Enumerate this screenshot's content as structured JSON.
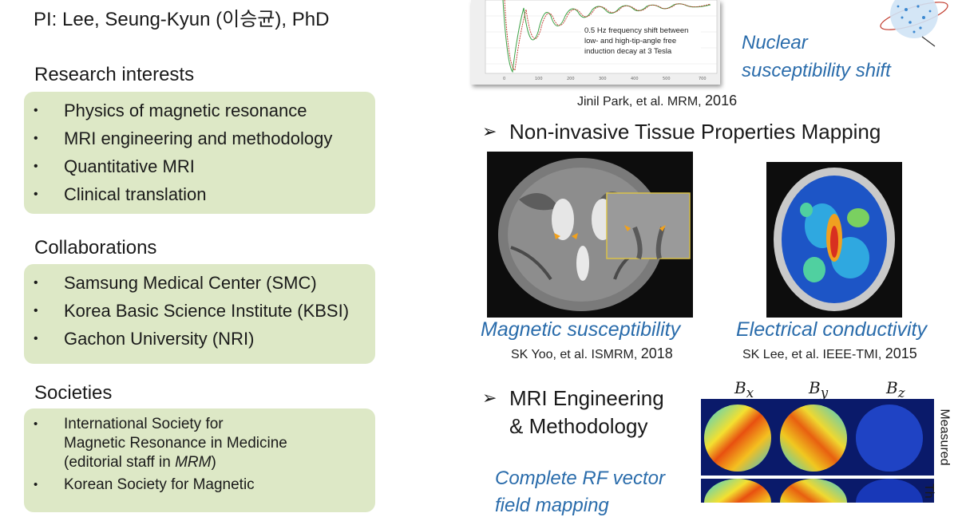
{
  "left": {
    "pi_line": "PI: Lee, Seung-Kyun (이승균), PhD",
    "research": {
      "heading": "Research interests",
      "items": [
        "Physics of magnetic resonance",
        "MRI engineering and methodology",
        "Quantitative MRI",
        "Clinical translation"
      ]
    },
    "collab": {
      "heading": "Collaborations",
      "items": [
        "Samsung Medical Center (SMC)",
        "Korea Basic Science Institute (KBSI)",
        "Gachon University (NRI)"
      ]
    },
    "societies": {
      "heading": "Societies",
      "item1_line1": "International Society for",
      "item1_line2": "Magnetic Resonance in Medicine",
      "item1_line3_pre": "(editorial staff in ",
      "item1_line3_em": "MRM",
      "item1_line3_post": ")",
      "item2_line1": "Korean Society for Magnetic"
    }
  },
  "right": {
    "top_figure_caption": [
      "0.5 Hz frequency shift between",
      "low- and high-tip-angle free",
      "induction decay at 3 Tesla"
    ],
    "nuclear_line1": "Nuclear",
    "nuclear_line2": "susceptibility shift",
    "cite_park": "Jinil Park, et al. MRM,",
    "cite_park_year": "2016",
    "tissue_heading": "Non-invasive Tissue Properties Mapping",
    "mag_sus_label": "Magnetic susceptibility",
    "cite_yoo": "SK Yoo, et al. ISMRM,",
    "cite_yoo_year": "2018",
    "elec_cond_label": "Electrical conductivity",
    "cite_lee": "SK Lee, et al. IEEE-TMI,",
    "cite_lee_year": "2015",
    "mri_eng_line1": "MRI Engineering",
    "mri_eng_line2": "& Methodology",
    "rf_line1": "Complete RF vector",
    "rf_line2": "field mapping",
    "b_labels": [
      "B",
      "B",
      "B"
    ],
    "b_subs": [
      "x",
      "y",
      "z"
    ],
    "measured_label": "Measured",
    "theory_label": "Th"
  },
  "colors": {
    "box_green": "#dde8c6",
    "italic_blue": "#2a6cab"
  }
}
